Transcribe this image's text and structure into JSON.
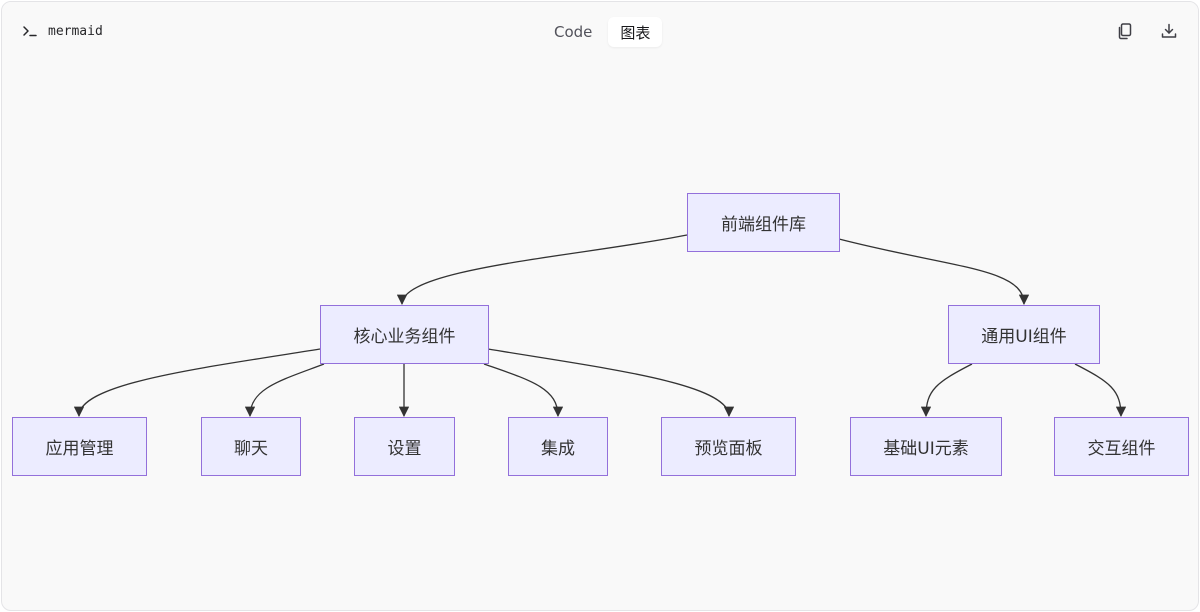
{
  "header": {
    "language_label": "mermaid",
    "tabs": [
      {
        "label": "Code",
        "active": false
      },
      {
        "label": "图表",
        "active": true
      }
    ],
    "actions": [
      {
        "icon": "copy-icon"
      },
      {
        "icon": "download-icon"
      }
    ]
  },
  "diagram": {
    "type": "flowchart-TD",
    "colors": {
      "node_fill": "#ececff",
      "node_border": "#9370db",
      "edge": "#333333",
      "background": "#f9f9f9"
    },
    "nodes": {
      "root": "前端组件库",
      "core": "核心业务组件",
      "common": "通用UI组件",
      "app_mgmt": "应用管理",
      "chat": "聊天",
      "settings": "设置",
      "integration": "集成",
      "preview": "预览面板",
      "base_ui": "基础UI元素",
      "interactive": "交互组件"
    },
    "edges": [
      {
        "from": "root",
        "to": "core"
      },
      {
        "from": "root",
        "to": "common"
      },
      {
        "from": "core",
        "to": "app_mgmt"
      },
      {
        "from": "core",
        "to": "chat"
      },
      {
        "from": "core",
        "to": "settings"
      },
      {
        "from": "core",
        "to": "integration"
      },
      {
        "from": "core",
        "to": "preview"
      },
      {
        "from": "common",
        "to": "base_ui"
      },
      {
        "from": "common",
        "to": "interactive"
      }
    ]
  }
}
